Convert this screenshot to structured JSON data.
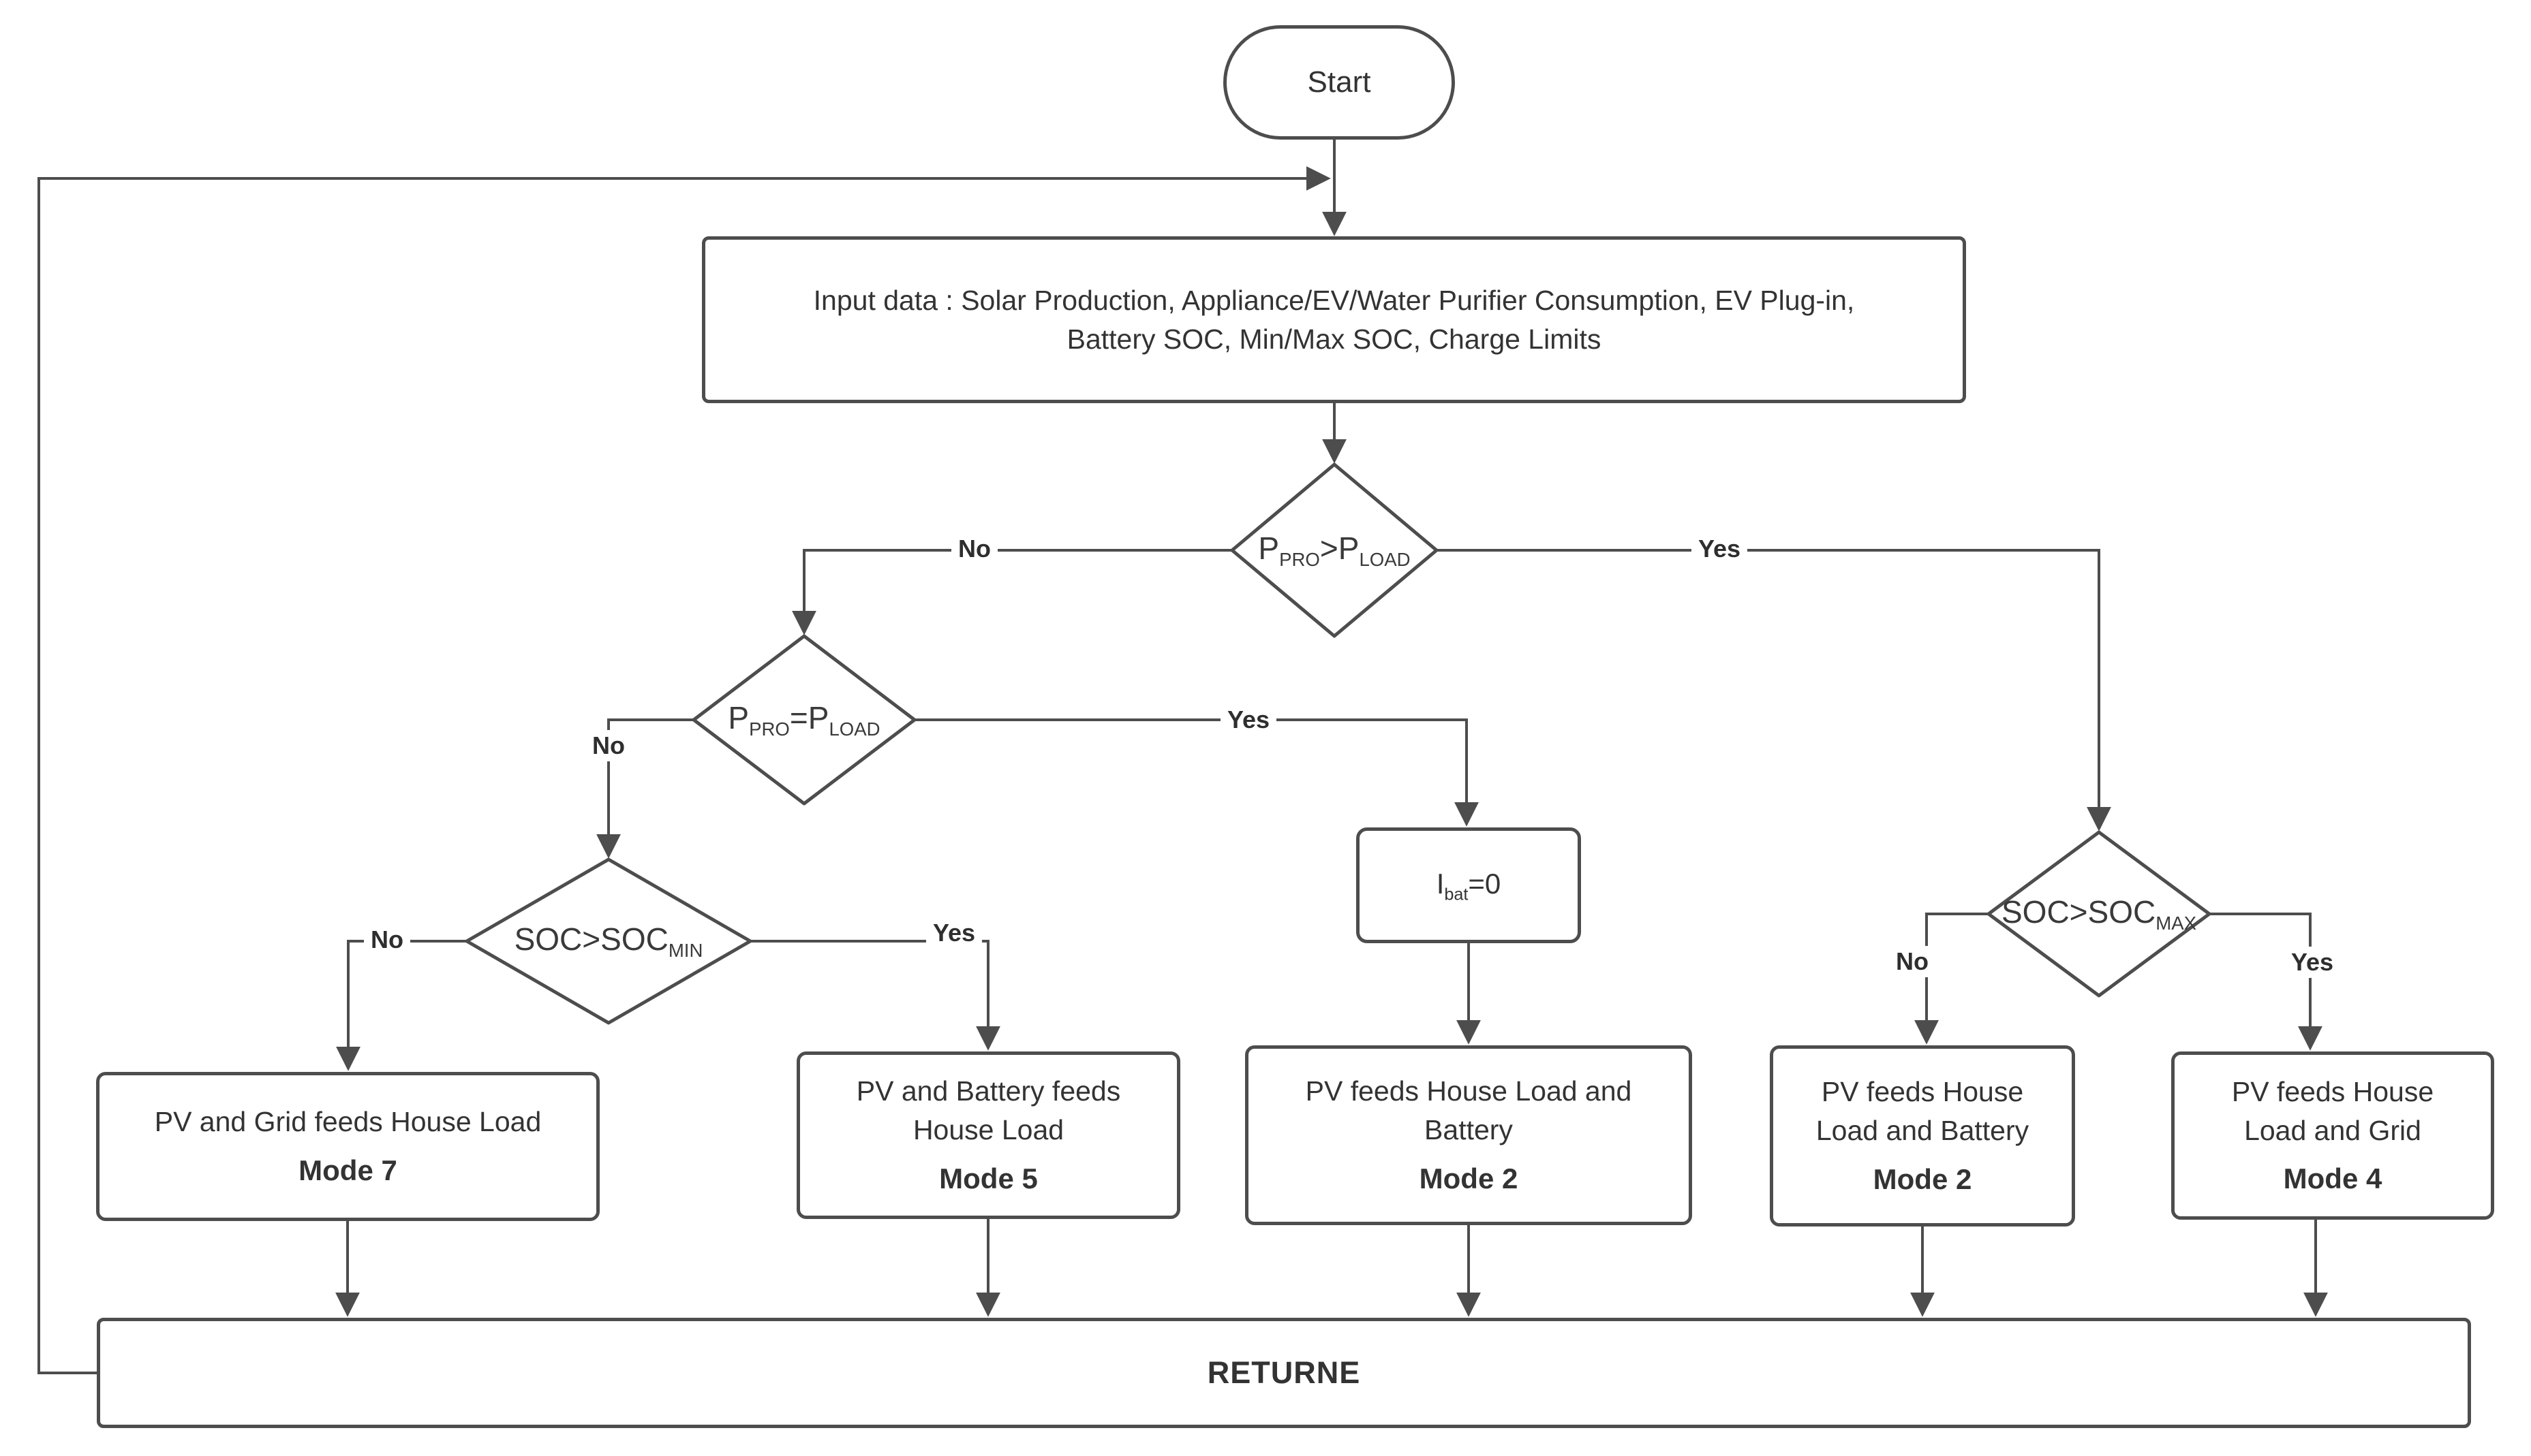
{
  "colors": {
    "line": "#4d4d4d",
    "text": "#333333",
    "bg": "#ffffff"
  },
  "nodes": {
    "start": {
      "label": "Start"
    },
    "input": {
      "line1": "Input data : Solar Production, Appliance/EV/Water Purifier Consumption, EV Plug-in,",
      "line2": "Battery SOC, Min/Max SOC, Charge Limits"
    },
    "ibat": {
      "p1": "I",
      "s1": "bat",
      "p2": "=0"
    },
    "returne": {
      "label": "RETURNE"
    }
  },
  "decisions": {
    "d1": {
      "p1": "P",
      "s1": "PRO",
      "p2": ">P",
      "s2": "LOAD"
    },
    "d2": {
      "p1": "P",
      "s1": "PRO",
      "p2": "=P",
      "s2": "LOAD"
    },
    "d3": {
      "p1": "SOC>SOC",
      "s1": "MIN"
    },
    "d4": {
      "p1": "SOC>SOC",
      "s1": "MAX"
    }
  },
  "results": {
    "mode7": {
      "lines": [
        "PV and Grid feeds House Load"
      ],
      "mode": "Mode 7"
    },
    "mode5": {
      "lines": [
        "PV and Battery feeds",
        "House Load"
      ],
      "mode": "Mode 5"
    },
    "mode2c": {
      "lines": [
        "PV feeds House Load and",
        "Battery"
      ],
      "mode": "Mode 2"
    },
    "mode2r": {
      "lines": [
        "PV feeds House",
        "Load and Battery"
      ],
      "mode": "Mode 2"
    },
    "mode4": {
      "lines": [
        "PV feeds House",
        "Load and Grid"
      ],
      "mode": "Mode 4"
    }
  },
  "edges": {
    "no": "No",
    "yes": "Yes"
  }
}
